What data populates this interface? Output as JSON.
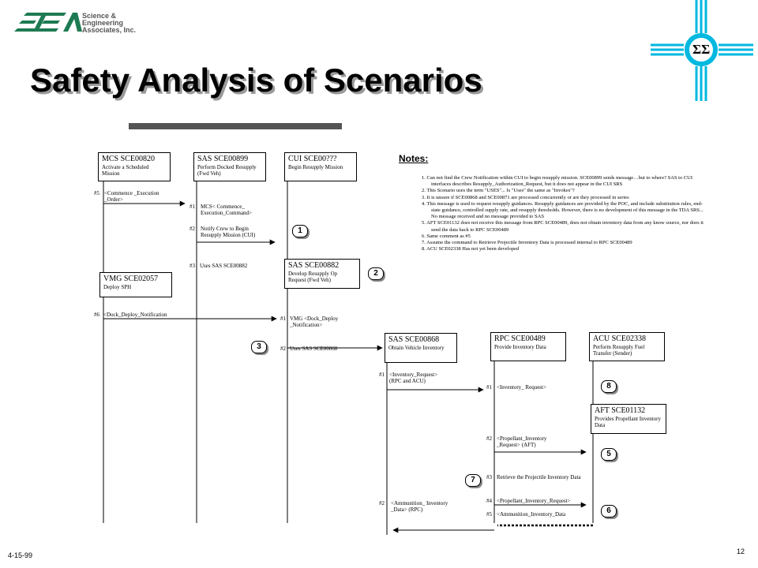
{
  "header": {
    "logo": {
      "lines": [
        "Science &",
        "Engineering",
        "Associates, Inc."
      ],
      "mark": "SEA"
    },
    "title": "Safety Analysis of Scenarios",
    "emblem": "ΣΣ"
  },
  "lifelines": [
    {
      "title": "MCS SCE00820",
      "desc": "Activate a Scheduled Mission"
    },
    {
      "title": "SAS SCE00899",
      "desc": "Perform Docked Resupply (Fwd Veh)"
    },
    {
      "title": "CUI SCE00???",
      "desc": "Begin Resupply Mission"
    },
    {
      "title": "SAS SCE00882",
      "desc": "Develop Resupply Op Request (Fwd Veh)"
    },
    {
      "title": "VMG SCE02057",
      "desc": "Deploy SPH"
    },
    {
      "title": "SAS SCE00868",
      "desc": "Obtain Vehicle Inventory"
    },
    {
      "title": "RPC SCE00489",
      "desc": "Provide Inventory Data"
    },
    {
      "title": "ACU SCE02338",
      "desc": "Perform Resupply Fuel Transfer (Sender)"
    },
    {
      "title": "AFT SCE01132",
      "desc": "Provides Propellant Inventory Data"
    }
  ],
  "messages": [
    {
      "num": "#5",
      "text": "<Commence _Execution _Order>"
    },
    {
      "num": "#1",
      "text": "MCS< Commence_ Execution_Command>"
    },
    {
      "num": "#2",
      "text": "Notify Crew to Begin Resupply Mission (CUI)"
    },
    {
      "num": "#3",
      "text": "Uses SAS SCE00882"
    },
    {
      "num": "#6",
      "text": "<Dock_Deploy_Notification"
    },
    {
      "num": "#1",
      "text": "VMG <Dock_Deploy _Notification>"
    },
    {
      "num": "#2",
      "text": "Uses SAS SCE00868"
    },
    {
      "num": "#1",
      "text": "<Inventory_Request> (RPC and ACU)"
    },
    {
      "num": "#1",
      "text": "<Inventory_ Request>"
    },
    {
      "num": "#2",
      "text": "<Propellant_Inventory _Request> (AFT)"
    },
    {
      "num": "#3",
      "text": "Retrieve the Projectile Inventory Data"
    },
    {
      "num": "#4",
      "text": "<Propellant_Inventory_Request>"
    },
    {
      "num": "#5",
      "text": "<Ammunition_Inventory_Data"
    },
    {
      "num": "#2",
      "text": "<Ammunition_ Inventory _Data> (RPC)"
    }
  ],
  "badges": [
    "1",
    "2",
    "3",
    "8",
    "5",
    "7",
    "6"
  ],
  "notes": {
    "title": "Notes:",
    "items": [
      "1. Can not find the Crew Notification within CUI to begin resupply mission. SCE00899 sends message…but to where? SAS to CUI interfaces describes Resupply_Authorization_Request, but it does not appear in the CUI SRS",
      "2. This Scenario uses the term \"USES\"... Is \"Uses\" the same as \"Invokes\"?",
      "3. It is unsure if SCE00868 and SCE00871 are processed concurrently or are they processed in series",
      "4. This message is used to request resupply guidances. Resupply guidances are provided by the POC, and include substitution rules, end-state guidance, controlled supply rate, and resupply thresholds. However, there is no development of this message in the TDA SRS... No message received and no message provided to SAS",
      "5. AFT SCE01132 does not receive this message from RPC SCE00489, does not obtain inventory data from any know source, nor does it send the data back to RPC SCE00489",
      "6. Same comment as #5",
      "7. Assume the command to Retrieve Projectile Inventory Data is processed internal to RPC SCE00489",
      "8. ACU SCE02338 Has not yet been developed"
    ]
  },
  "footer": {
    "date": "4-15-99",
    "page": "12"
  }
}
